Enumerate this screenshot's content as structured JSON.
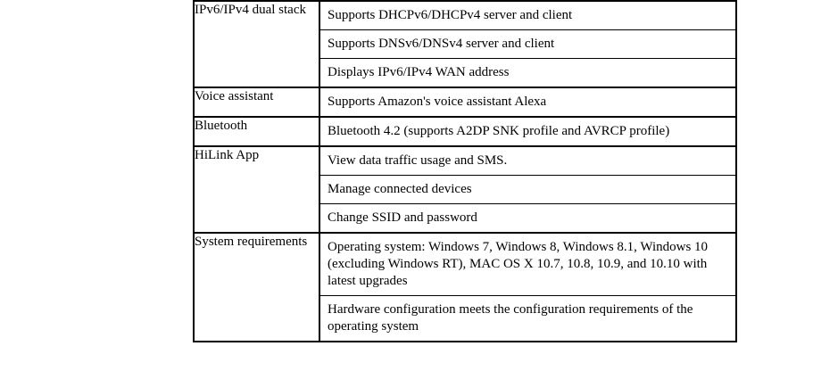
{
  "rows": [
    {
      "feature": "IPv6/IPv4 dual stack",
      "lines": [
        "Supports DHCPv6/DHCPv4 server and client",
        "Supports DNSv6/DNSv4 server and client",
        "Displays IPv6/IPv4 WAN address"
      ]
    },
    {
      "feature": "Voice assistant",
      "lines": [
        "Supports Amazon's voice assistant Alexa"
      ]
    },
    {
      "feature": "Bluetooth",
      "lines": [
        "Bluetooth 4.2 (supports A2DP SNK profile and AVRCP profile)"
      ]
    },
    {
      "feature": "HiLink App",
      "lines": [
        "View data traffic usage and SMS.",
        "Manage connected devices",
        "Change SSID and password"
      ]
    },
    {
      "feature": "System requirements",
      "lines": [
        "Operating system: Windows 7, Windows 8, Windows 8.1, Windows 10 (excluding Windows RT), MAC OS X 10.7, 10.8, 10.9, and 10.10 with latest upgrades",
        "Hardware configuration meets the configuration requirements of the operating system"
      ]
    }
  ]
}
